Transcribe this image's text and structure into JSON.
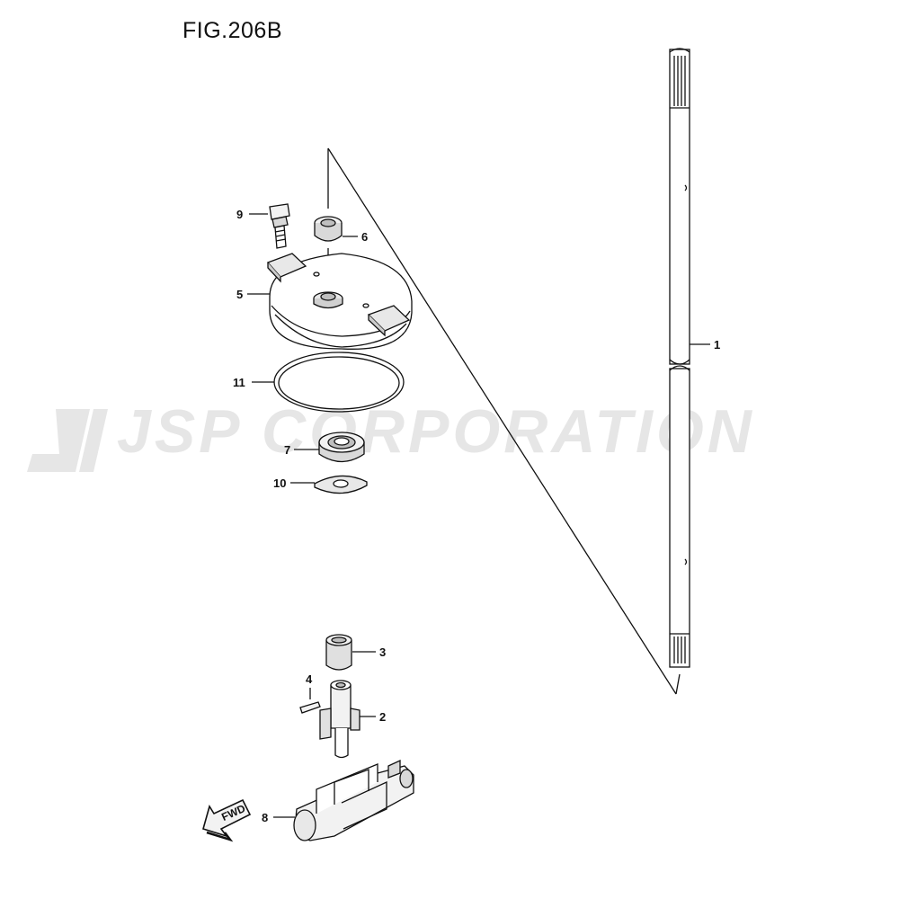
{
  "figure": {
    "title": "FIG.206B"
  },
  "watermark": {
    "text": "JSP CORPORATION"
  },
  "direction_arrow": {
    "label": "FWD"
  },
  "callouts": [
    {
      "id": "1",
      "label": "1"
    },
    {
      "id": "2",
      "label": "2"
    },
    {
      "id": "3",
      "label": "3"
    },
    {
      "id": "4",
      "label": "4"
    },
    {
      "id": "5",
      "label": "5"
    },
    {
      "id": "6",
      "label": "6"
    },
    {
      "id": "7",
      "label": "7"
    },
    {
      "id": "8",
      "label": "8"
    },
    {
      "id": "9",
      "label": "9"
    },
    {
      "id": "10",
      "label": "10"
    },
    {
      "id": "11",
      "label": "11"
    }
  ],
  "colors": {
    "line": "#111111",
    "watermark": "#e6e6e6",
    "part_shade": "#bfbfbf",
    "part_light": "#f2f2f2"
  }
}
